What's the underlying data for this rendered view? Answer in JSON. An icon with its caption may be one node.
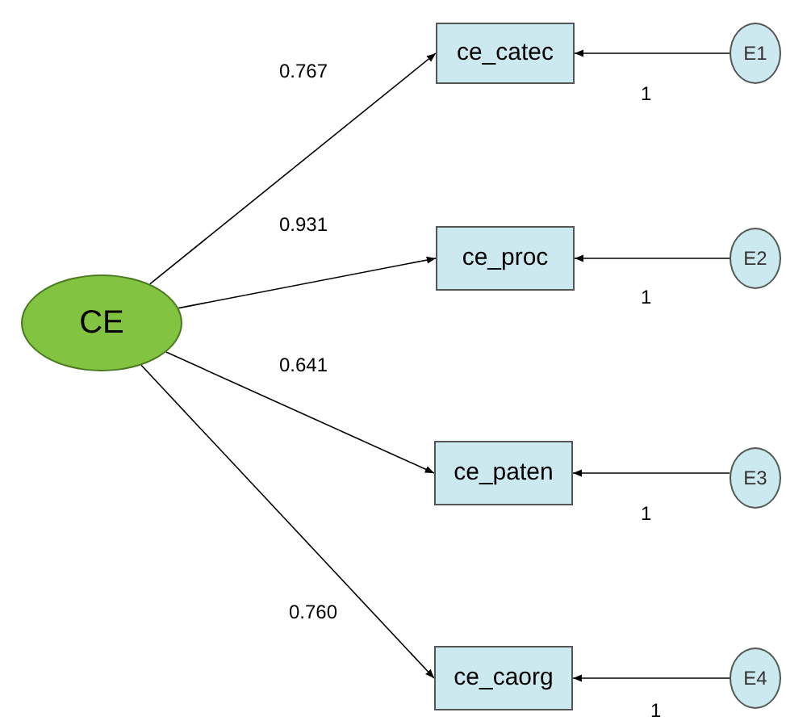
{
  "diagram": {
    "nodes": [
      {
        "text": [
          "CE"
        ]
      },
      {
        "text": [
          "ce_catec"
        ]
      },
      {
        "text": [
          "ce_proc"
        ]
      },
      {
        "text": [
          "ce_paten"
        ]
      },
      {
        "text": [
          "ce_caorg"
        ]
      },
      {
        "text": [
          "E1"
        ]
      },
      {
        "text": [
          "E2"
        ]
      },
      {
        "text": [
          "E3"
        ]
      },
      {
        "text": [
          "E4"
        ]
      }
    ],
    "edges": [
      {
        "from": 0,
        "to": 1,
        "arrow": "to",
        "label": "0.767"
      },
      {
        "from": 0,
        "to": 2,
        "arrow": "to",
        "label": "0.931"
      },
      {
        "from": 0,
        "to": 3,
        "arrow": "to",
        "label": "0.641"
      },
      {
        "from": 0,
        "to": 4,
        "arrow": "to",
        "label": "0.760"
      },
      {
        "from": 5,
        "to": 1,
        "arrow": "to",
        "label": "1"
      },
      {
        "from": 6,
        "to": 2,
        "arrow": "to",
        "label": "1"
      },
      {
        "from": 7,
        "to": 3,
        "arrow": "to",
        "label": "1"
      },
      {
        "from": 8,
        "to": 4,
        "arrow": "to",
        "label": "1"
      }
    ]
  }
}
